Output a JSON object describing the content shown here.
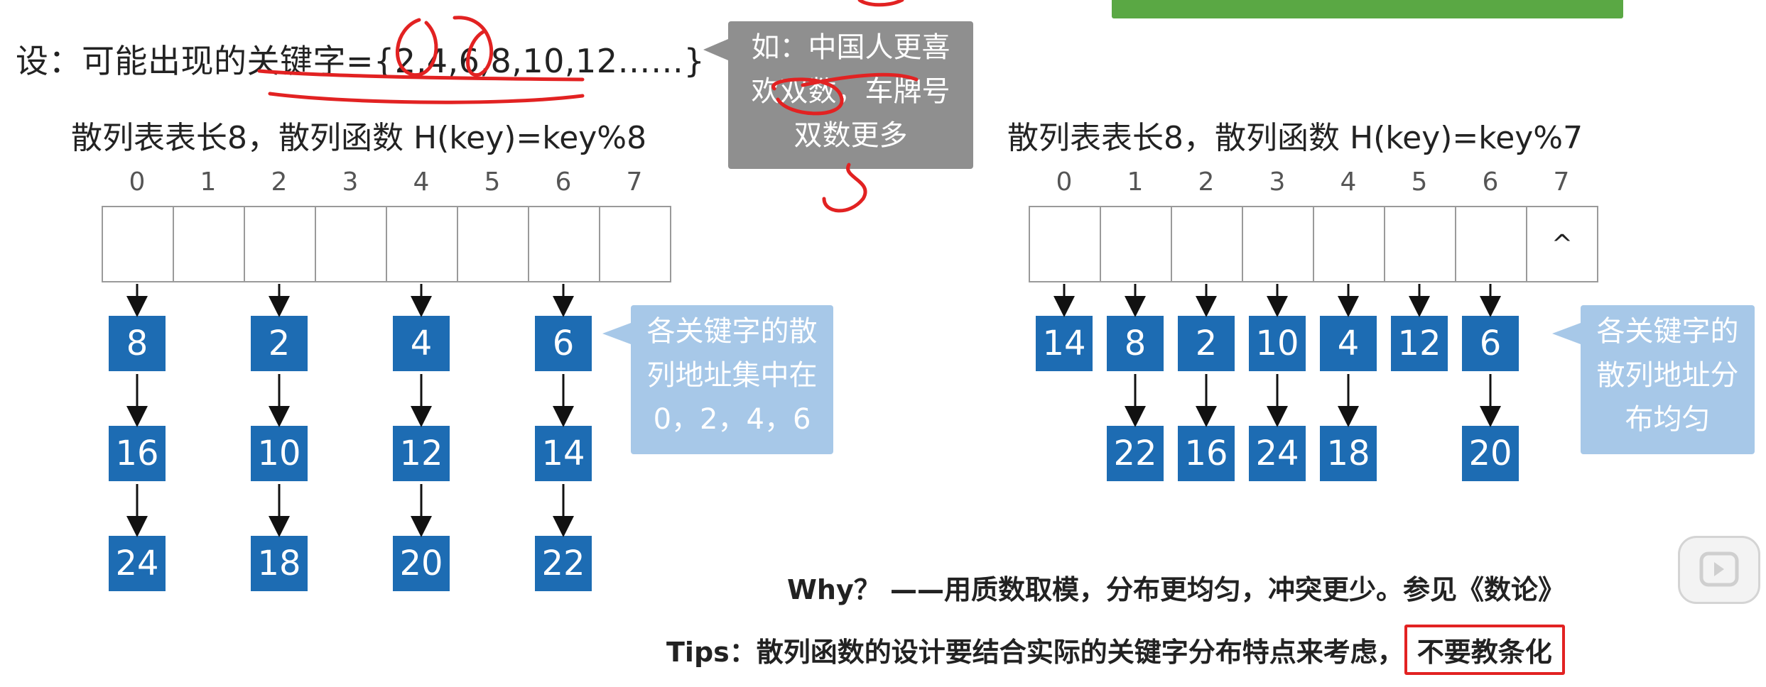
{
  "key_set_text": "设：可能出现的关键字={2,4,6,8,10,12……}",
  "callout_top": {
    "lines": [
      "如：中国人更喜",
      "欢双数，车牌号",
      "双数更多"
    ]
  },
  "left": {
    "heading": "散列表表长8，散列函数 H(key)=key%8",
    "indices": [
      "0",
      "1",
      "2",
      "3",
      "4",
      "5",
      "6",
      "7"
    ],
    "slots": [
      "",
      "",
      "",
      "",
      "",
      "",
      "",
      ""
    ],
    "chains": [
      {
        "slot": 0,
        "keys": [
          "8",
          "16",
          "24"
        ]
      },
      {
        "slot": 2,
        "keys": [
          "2",
          "10",
          "18"
        ]
      },
      {
        "slot": 4,
        "keys": [
          "4",
          "12",
          "20"
        ]
      },
      {
        "slot": 6,
        "keys": [
          "6",
          "14",
          "22"
        ]
      }
    ],
    "callout": [
      "各关键字的散",
      "列地址集中在",
      "0，2，4，6"
    ]
  },
  "right": {
    "heading": "散列表表长8，散列函数 H(key)=key%7",
    "indices": [
      "0",
      "1",
      "2",
      "3",
      "4",
      "5",
      "6",
      "7"
    ],
    "slots": [
      "",
      "",
      "",
      "",
      "",
      "",
      "",
      "^"
    ],
    "chains": [
      {
        "slot": 0,
        "keys": [
          "14"
        ]
      },
      {
        "slot": 1,
        "keys": [
          "8",
          "22"
        ]
      },
      {
        "slot": 2,
        "keys": [
          "2",
          "16"
        ]
      },
      {
        "slot": 3,
        "keys": [
          "10",
          "24"
        ]
      },
      {
        "slot": 4,
        "keys": [
          "4",
          "18"
        ]
      },
      {
        "slot": 5,
        "keys": [
          "12"
        ]
      },
      {
        "slot": 6,
        "keys": [
          "6",
          "20"
        ]
      }
    ],
    "callout": [
      "各关键字的",
      "散列地址分",
      "布均匀"
    ]
  },
  "why_text": "Why？ ——用质数取模，分布更均匀，冲突更少。参见《数论》",
  "tips_prefix": "Tips：散列函数的设计要结合实际的关键字分布特点来考虑，",
  "tips_highlight": "不要教条化",
  "colors": {
    "node": "#1d6cb3",
    "callout_blue": "#a7c8e8",
    "callout_gray": "#8f8f8f",
    "annotation_red": "#e22222",
    "green_bar": "#5aa844"
  }
}
